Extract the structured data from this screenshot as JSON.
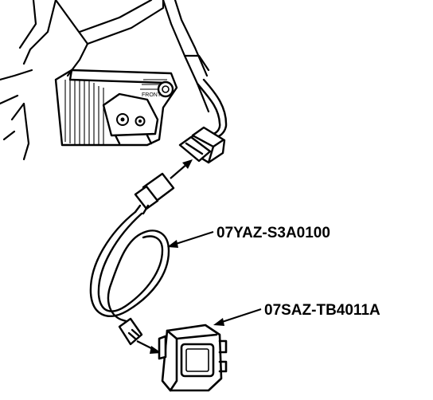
{
  "diagram": {
    "labels": {
      "extension_cable_part": "07YAZ-S3A0100",
      "tester_part": "07SAZ-TB4011A",
      "bracket_marking": "FRONT"
    },
    "colors": {
      "ink": "#000000",
      "background": "#ffffff"
    }
  }
}
